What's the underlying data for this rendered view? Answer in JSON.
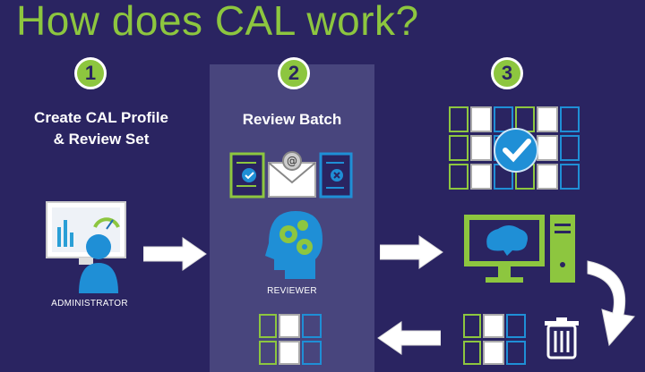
{
  "title": "How does CAL work?",
  "steps": [
    {
      "number": "1",
      "label_line1": "Create CAL Profile",
      "label_line2": "& Review Set",
      "role": "ADMINISTRATOR"
    },
    {
      "number": "2",
      "label_line1": "Review Batch",
      "role": "REVIEWER"
    },
    {
      "number": "3"
    }
  ],
  "icons": {
    "admin": "administrator-monitor-icon",
    "reviewer": "reviewer-head-gears-icon",
    "computer": "computer-brain-icon",
    "trash": "trash-icon",
    "docs": "document-grid-icon",
    "check": "checkmark-icon"
  },
  "colors": {
    "background": "#2a2461",
    "panel": "#48457d",
    "green": "#8dc63f",
    "blue": "#1f8fd6",
    "white": "#ffffff"
  }
}
